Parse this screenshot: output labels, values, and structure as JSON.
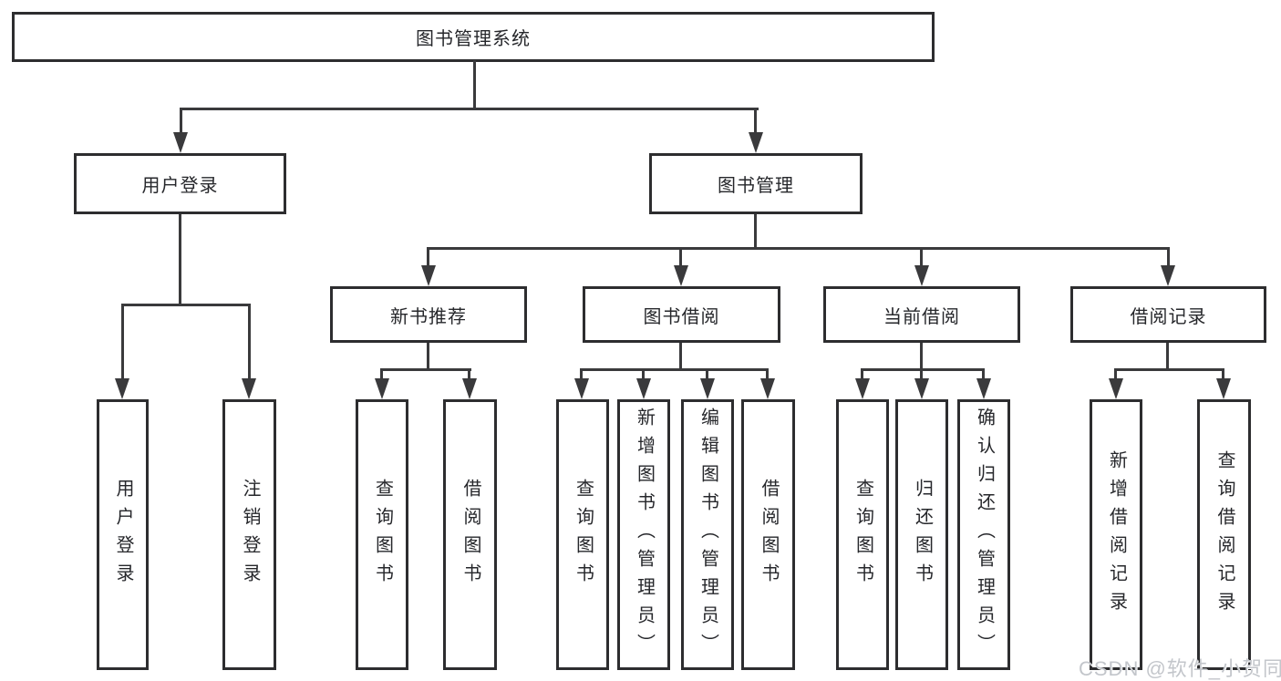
{
  "watermark": {
    "text": "CSDN @软件_小贺同学"
  },
  "colors": {
    "background": "#ffffff",
    "line": "#3a3a3c",
    "box_border": "#2d2d2f",
    "box_fill": "#ffffff",
    "text": "#26272b",
    "watermark": "#c3c6cb"
  },
  "nodes": {
    "root": "图书管理系统",
    "user_login": "用户登录",
    "book_management": "图书管理",
    "new_book_recommend": "新书推荐",
    "book_borrow": "图书借阅",
    "current_borrow": "当前借阅",
    "borrow_records": "借阅记录",
    "leaf_user_login": "用户登录",
    "leaf_logout": "注销登录",
    "nbr_query_books": "查询图书",
    "nbr_borrow_books": "借阅图书",
    "bb_query_books": "查询图书",
    "bb_add_books": "新增图书（管理员）",
    "bb_edit_books": "编辑图书（管理员）",
    "bb_borrow_books": "借阅图书",
    "cb_query_books": "查询图书",
    "cb_return_books": "归还图书",
    "cb_confirm_return": "确认归还（管理员）",
    "br_add_record": "新增借阅记录",
    "br_query_record": "查询借阅记录"
  },
  "hierarchy": {
    "图书管理系统": {
      "用户登录": [
        "用户登录",
        "注销登录"
      ],
      "图书管理": {
        "新书推荐": [
          "查询图书",
          "借阅图书"
        ],
        "图书借阅": [
          "查询图书",
          "新增图书（管理员）",
          "编辑图书（管理员）",
          "借阅图书"
        ],
        "当前借阅": [
          "查询图书",
          "归还图书",
          "确认归还（管理员）"
        ],
        "借阅记录": [
          "新增借阅记录",
          "查询借阅记录"
        ]
      }
    }
  }
}
